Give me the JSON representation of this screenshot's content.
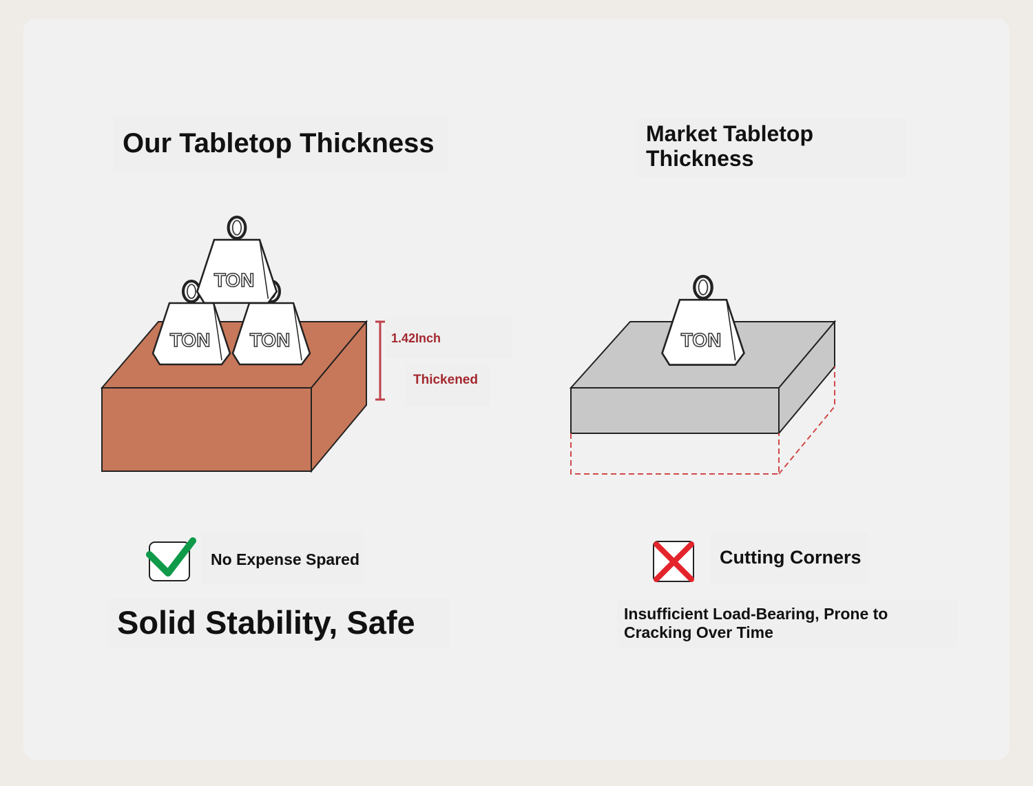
{
  "left": {
    "title": "Our Tabletop Thickness",
    "measure": "1.42Inch",
    "note": "Thickened",
    "badge_label": "No Expense Spared",
    "summary": "Solid Stability, Safe",
    "weight_text": "TON",
    "box_color": "#c8785a"
  },
  "right": {
    "title_line1": "Market Tabletop",
    "title_line2": "Thickness",
    "badge_label": "Cutting Corners",
    "summary_line1": "Insufficient Load-Bearing, Prone to",
    "summary_line2": "Cracking Over Time",
    "weight_text": "TON",
    "slab_color": "#c8c8c8"
  },
  "colors": {
    "check": "#0f9a4a",
    "cross": "#e3242b",
    "accent": "#a3282e"
  }
}
